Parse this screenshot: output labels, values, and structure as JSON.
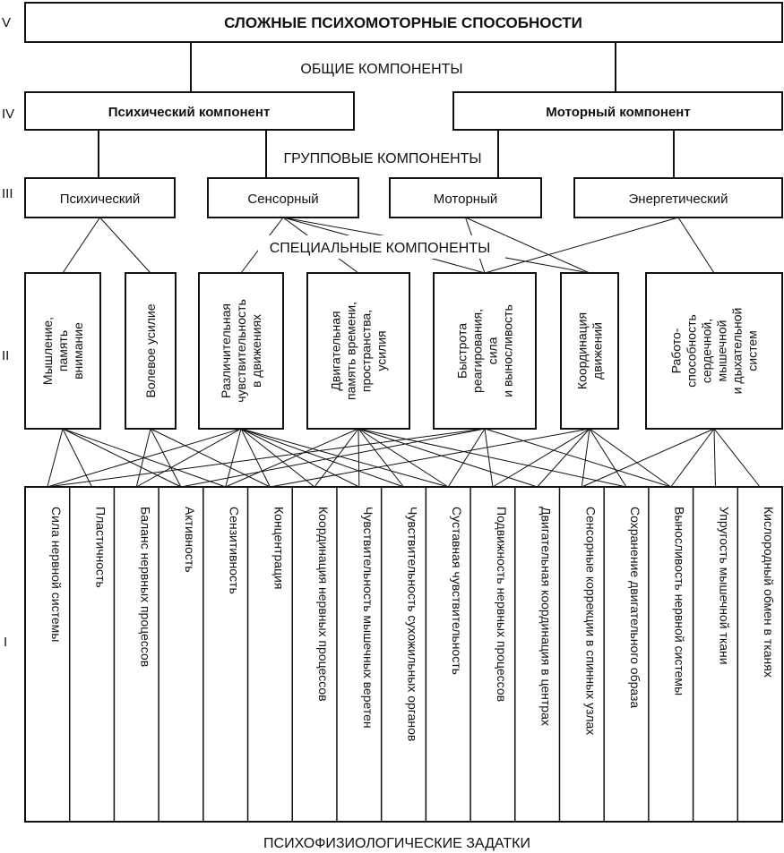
{
  "levels": {
    "V": "V",
    "IV": "IV",
    "III": "III",
    "II": "II",
    "I": "I"
  },
  "title": "СЛОЖНЫЕ ПСИХОМОТОРНЫЕ СПОСОБНОСТИ",
  "general_label": "ОБЩИЕ КОМПОНЕНТЫ",
  "general_components": [
    "Психический компонент",
    "Моторный компонент"
  ],
  "group_label": "ГРУППОВЫЕ КОМПОНЕНТЫ",
  "group_components": [
    "Психический",
    "Сенсорный",
    "Моторный",
    "Энергетический"
  ],
  "special_label": "СПЕЦИАЛЬНЫЕ КОМПОНЕНТЫ",
  "special_components": [
    [
      "Мышление,",
      "память",
      "внимание"
    ],
    [
      "Волевое усилие"
    ],
    [
      "Различительная",
      "чувствительность",
      "в движениях"
    ],
    [
      "Двигательная",
      "память времени,",
      "пространства,",
      "усилия"
    ],
    [
      "Быстрота",
      "реагирования,",
      "сила",
      "и выносливость"
    ],
    [
      "Координация",
      "движений"
    ],
    [
      "Работо-",
      "способность",
      "сердечной,",
      "мышечной",
      "и дыхательной",
      "систем"
    ]
  ],
  "inclinations": [
    "Сила нервной системы",
    "Пластичность",
    "Баланс нервных процессов",
    "Активность",
    "Сензитивность",
    "Концентрация",
    "Координация нервных процессов",
    "Чувствительность мышечных веретен",
    "Чувствительность сухожильных органов",
    "Суставная чувствительность",
    "Подвижность нервных процессов",
    "Двигательная координация в центрах",
    "Сенсорные коррекции в спинных узлах",
    "Сохранение двигательного образа",
    "Выносливость нервной системы",
    "Упругость мышечной ткани",
    "Кислородный обмен в тканях"
  ],
  "footer_label": "ПСИХОФИЗИОЛОГИЧЕСКИЕ ЗАДАТКИ",
  "links_group_to_special": [
    [
      0,
      0
    ],
    [
      0,
      1
    ],
    [
      1,
      2
    ],
    [
      1,
      3
    ],
    [
      1,
      4
    ],
    [
      1,
      5
    ],
    [
      2,
      4
    ],
    [
      2,
      5
    ],
    [
      3,
      4
    ],
    [
      3,
      6
    ]
  ],
  "links_special_to_inclination": [
    [
      0,
      0
    ],
    [
      0,
      1
    ],
    [
      0,
      3
    ],
    [
      0,
      4
    ],
    [
      1,
      2
    ],
    [
      1,
      3
    ],
    [
      1,
      5
    ],
    [
      2,
      0
    ],
    [
      2,
      2
    ],
    [
      2,
      4
    ],
    [
      2,
      5
    ],
    [
      2,
      6
    ],
    [
      2,
      7
    ],
    [
      2,
      8
    ],
    [
      2,
      9
    ],
    [
      3,
      4
    ],
    [
      3,
      6
    ],
    [
      3,
      7
    ],
    [
      3,
      8
    ],
    [
      3,
      9
    ],
    [
      3,
      11
    ],
    [
      3,
      13
    ],
    [
      4,
      0
    ],
    [
      4,
      3
    ],
    [
      4,
      9
    ],
    [
      4,
      10
    ],
    [
      4,
      14
    ],
    [
      5,
      5
    ],
    [
      5,
      10
    ],
    [
      5,
      11
    ],
    [
      5,
      12
    ],
    [
      5,
      13
    ],
    [
      5,
      14
    ],
    [
      6,
      12
    ],
    [
      6,
      14
    ],
    [
      6,
      15
    ],
    [
      6,
      16
    ]
  ]
}
